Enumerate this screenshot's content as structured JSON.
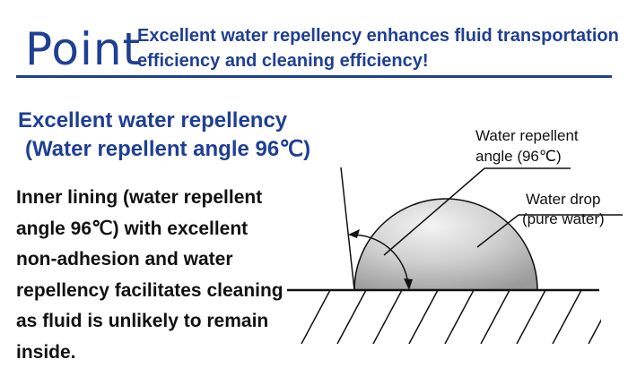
{
  "header": {
    "point_word": "Point",
    "headline": "Excellent water repellency enhances fluid transportation efficiency and cleaning efficiency!"
  },
  "section": {
    "title_line1": "Excellent water repellency",
    "title_line2": "(Water repellent angle 96℃)",
    "body": "Inner lining (water repellent angle 96℃) with excellent non-adhesion and water repellency facilitates cleaning as fluid is unlikely to remain inside."
  },
  "diagram": {
    "angle_label_line1": "Water repellent",
    "angle_label_line2": "angle (96℃)",
    "drop_label_line1": "Water drop",
    "drop_label_line2": "(pure water)"
  },
  "colors": {
    "brand_blue": "#1f3f94",
    "drop_light": "#f2f2f2",
    "drop_dark": "#9a9a9a"
  }
}
